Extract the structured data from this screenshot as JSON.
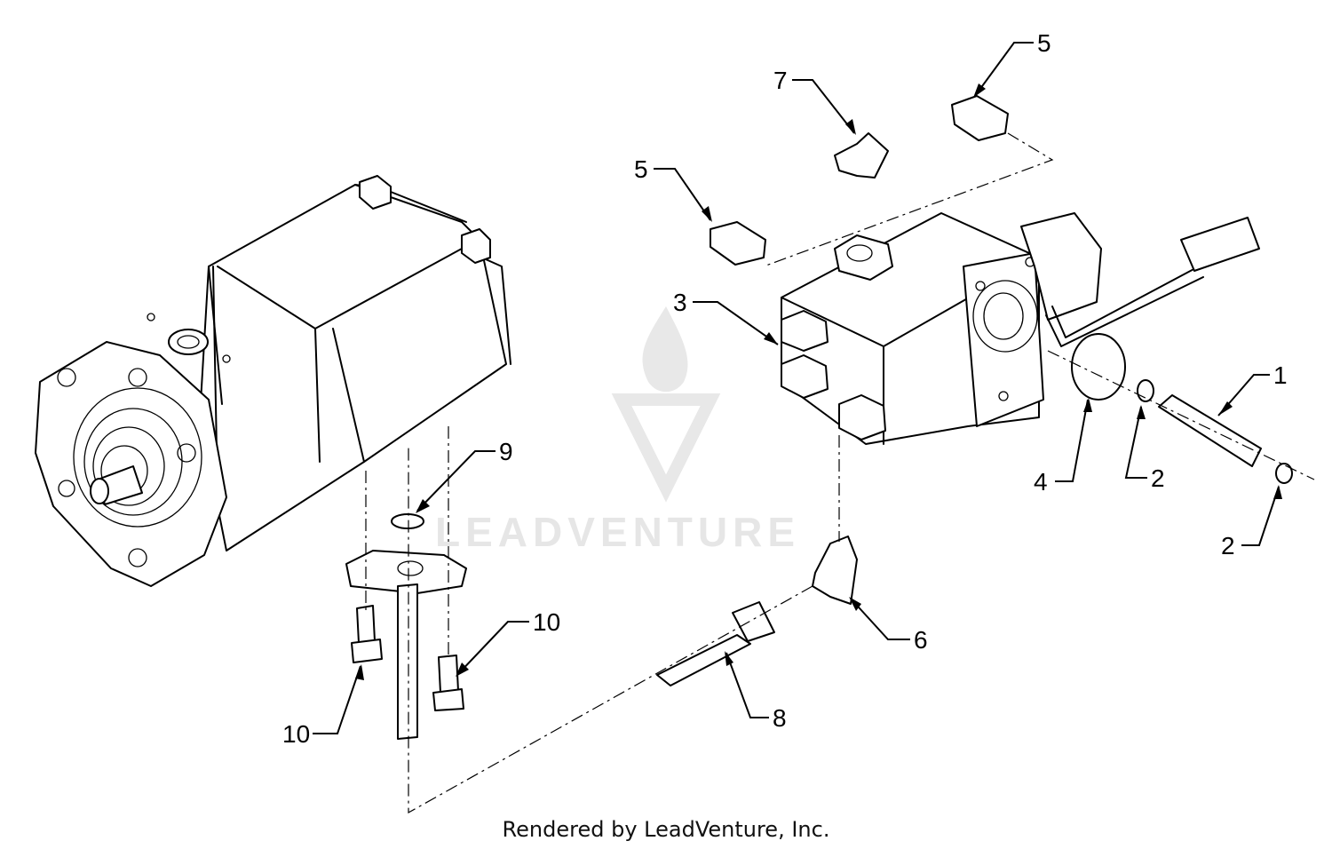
{
  "callouts": [
    {
      "id": "c1",
      "label": "1"
    },
    {
      "id": "c2a",
      "label": "2"
    },
    {
      "id": "c2b",
      "label": "2"
    },
    {
      "id": "c3",
      "label": "3"
    },
    {
      "id": "c4",
      "label": "4"
    },
    {
      "id": "c5a",
      "label": "5"
    },
    {
      "id": "c5b",
      "label": "5"
    },
    {
      "id": "c6",
      "label": "6"
    },
    {
      "id": "c7",
      "label": "7"
    },
    {
      "id": "c8",
      "label": "8"
    },
    {
      "id": "c9",
      "label": "9"
    },
    {
      "id": "c10a",
      "label": "10"
    },
    {
      "id": "c10b",
      "label": "10"
    }
  ],
  "watermark": {
    "text": "LEADVENTURE",
    "icon": "flame-v-logo-icon",
    "color": "#e6e6e6"
  },
  "footer": {
    "text": "Rendered by LeadVenture, Inc."
  }
}
